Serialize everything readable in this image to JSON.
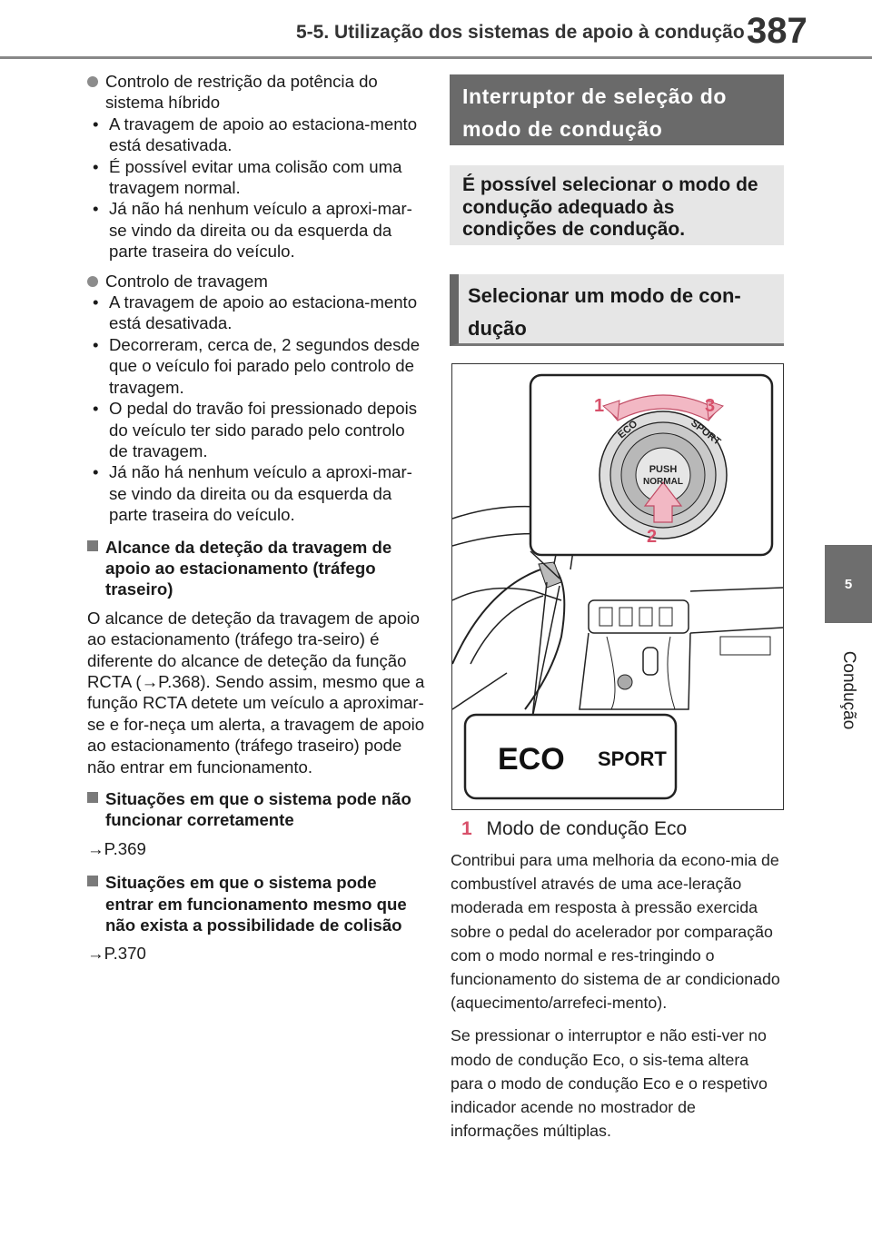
{
  "header": {
    "title": "5-5. Utilização dos sistemas de apoio à condução",
    "page_number": "387"
  },
  "side_tab": {
    "number": "5",
    "label": "Condução"
  },
  "left_column": {
    "block1": {
      "lead": "Controlo de restrição da potência do sistema híbrido",
      "items": [
        "A travagem de apoio ao estaciona-mento está desativada.",
        "É possível evitar uma colisão com uma travagem normal.",
        "Já não há nenhum veículo a aproxi-mar-se vindo da direita ou da esquerda da parte traseira do veículo."
      ]
    },
    "block2": {
      "lead": "Controlo de travagem",
      "items": [
        "A travagem de apoio ao estaciona-mento está desativada.",
        "Decorreram, cerca de, 2 segundos desde que o veículo foi parado pelo controlo de travagem.",
        "O pedal do travão foi pressionado depois do veículo ter sido parado pelo controlo de travagem.",
        "Já não há nenhum veículo a aproxi-mar-se vindo da direita ou da esquerda da parte traseira do veículo."
      ]
    },
    "heading1": "Alcance da deteção da travagem de apoio ao estacionamento (tráfego traseiro)",
    "para1": "O alcance de deteção da travagem de apoio ao estacionamento (tráfego tra-seiro) é diferente do alcance de deteção da função RCTA (→P.368). Sendo assim, mesmo que a função RCTA detete um veículo a aproximar-se e for-neça um alerta, a travagem de apoio ao estacionamento (tráfego traseiro) pode não entrar em funcionamento.",
    "heading2": "Situações em que o sistema pode não funcionar corretamente",
    "ref2": "→P.369",
    "heading3": "Situações em que o sistema pode entrar em funcionamento mesmo que não exista a possibilidade de colisão",
    "ref3": "→P.370"
  },
  "right_column": {
    "dark_title": "Interruptor de seleção do modo de condução",
    "grey_intro": "É possível selecionar o modo de condução adequado às condições de condução.",
    "section_title": "Selecionar um modo de con-dução",
    "figure": {
      "dial_numbers": [
        "1",
        "2",
        "3"
      ],
      "dial_eco": "ECO",
      "dial_sport": "SPORT",
      "push_line1": "PUSH",
      "push_line2": "NORMAL",
      "indicator_eco": "ECO",
      "indicator_sport": "SPORT",
      "accent_color": "#d8506a"
    },
    "caption_number": "1",
    "caption_text": "Modo de condução Eco",
    "para1": "Contribui para uma melhoria da econo-mia de combustível através de uma ace-leração moderada em resposta à pressão exercida sobre o pedal do acelerador por comparação com o modo normal e res-tringindo o funcionamento do sistema de ar condicionado (aquecimento/arrefeci-mento).",
    "para2": "Se pressionar o interruptor e não esti-ver no modo de condução Eco, o sis-tema altera para o modo de condução Eco e o respetivo indicador acende no mostrador de informações múltiplas."
  }
}
